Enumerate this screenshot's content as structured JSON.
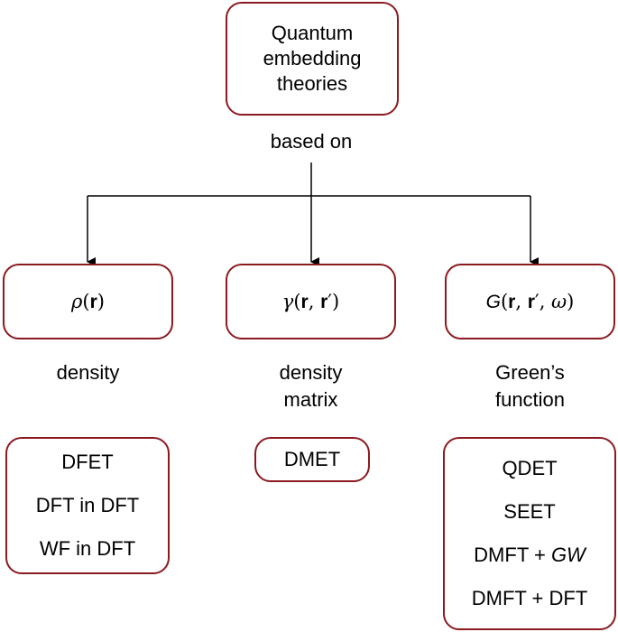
{
  "root": {
    "lines": [
      "Quantum",
      "embedding",
      "theories"
    ]
  },
  "connector_label": "based on",
  "branches": [
    {
      "symbol": {
        "fn": "ρ",
        "open": "(",
        "a": "r",
        "close": ")"
      },
      "label_lines": [
        "density"
      ],
      "methods": [
        "DFET",
        "DFT in DFT",
        "WF in DFT"
      ]
    },
    {
      "symbol": {
        "fn": "γ",
        "open": "(",
        "a": "r",
        "sep": ", ",
        "b": "r",
        "prime": "′",
        "close": ")"
      },
      "label_lines": [
        "density",
        "matrix"
      ],
      "methods": [
        "DMET"
      ]
    },
    {
      "symbol": {
        "fn": "G",
        "open": "(",
        "a": "r",
        "sep": ", ",
        "b": "r",
        "prime": "′",
        "sep2": ", ",
        "c": "ω",
        "close": ")"
      },
      "label_lines": [
        "Green’s",
        "function"
      ],
      "methods": [
        "QDET",
        "SEET",
        "DMFT + ",
        "DMFT + DFT"
      ],
      "method3_suffix": "GW"
    }
  ],
  "colors": {
    "border": "#8b1a1f",
    "line": "#000000"
  }
}
